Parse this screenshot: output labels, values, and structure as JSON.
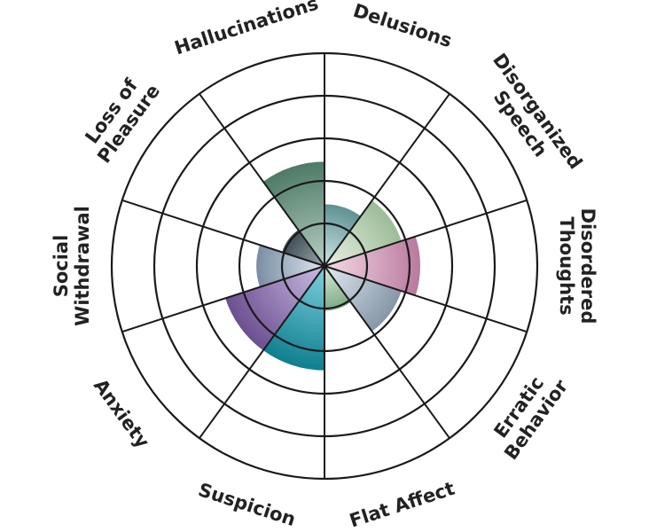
{
  "chart_data": {
    "type": "polar-area",
    "scale_max": 5,
    "rings": [
      1,
      2,
      3,
      4,
      5
    ],
    "grid": true,
    "categories": [
      {
        "label_lines": [
          "Delusions"
        ],
        "value": 1.45,
        "color_in": "#cfe6e6",
        "color_out": "#5f9193"
      },
      {
        "label_lines": [
          "Disorganized",
          "Speech"
        ],
        "value": 1.9,
        "color_in": "#e8f1e4",
        "color_out": "#9dbc98"
      },
      {
        "label_lines": [
          "Disordered",
          "Thoughts"
        ],
        "value": 2.25,
        "color_in": "#f6dbe7",
        "color_out": "#b97a9e"
      },
      {
        "label_lines": [
          "Erratic",
          "Behavior"
        ],
        "value": 1.9,
        "color_in": "#e3e9ef",
        "color_out": "#8597a8"
      },
      {
        "label_lines": [
          "Flat Affect"
        ],
        "value": 1.05,
        "color_in": "#dcecdc",
        "color_out": "#7daa84"
      },
      {
        "label_lines": [
          "Suspicion"
        ],
        "value": 2.45,
        "color_in": "#7fd0e0",
        "color_out": "#0f7f8f"
      },
      {
        "label_lines": [
          "Anxiety"
        ],
        "value": 2.45,
        "color_in": "#cbbce2",
        "color_out": "#6c4f91"
      },
      {
        "label_lines": [
          "Social",
          "Withdrawal"
        ],
        "value": 1.6,
        "color_in": "#dde6ee",
        "color_out": "#7a8ea4"
      },
      {
        "label_lines": [
          "Loss of",
          "Pleasure"
        ],
        "value": 1.05,
        "color_in": "#9aa7ad",
        "color_out": "#3f4d54"
      },
      {
        "label_lines": [
          "Hallucinations"
        ],
        "value": 2.45,
        "color_in": "#b7cfc4",
        "color_out": "#4e7a66"
      }
    ]
  }
}
